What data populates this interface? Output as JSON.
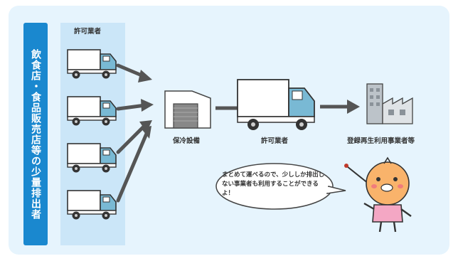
{
  "side_label": "飲食店・食品販売店等の少量排出者",
  "licensed_column_label": "許可業者",
  "nodes": {
    "cold_storage": "保冷設備",
    "licensed_hauler": "許可業者",
    "recycler": "登録再生利用事業者等"
  },
  "speech_bubble": "まとめて運べるので、少ししか排出しない事業者も利用することができるよ！",
  "colors": {
    "banner": "#1a88cf",
    "panel": "#e6f4fd",
    "arrow": "#555555",
    "truck_cab": "#79b9d4",
    "mascot_body": "#f4a7c4",
    "mascot_face": "#f9b36b"
  }
}
